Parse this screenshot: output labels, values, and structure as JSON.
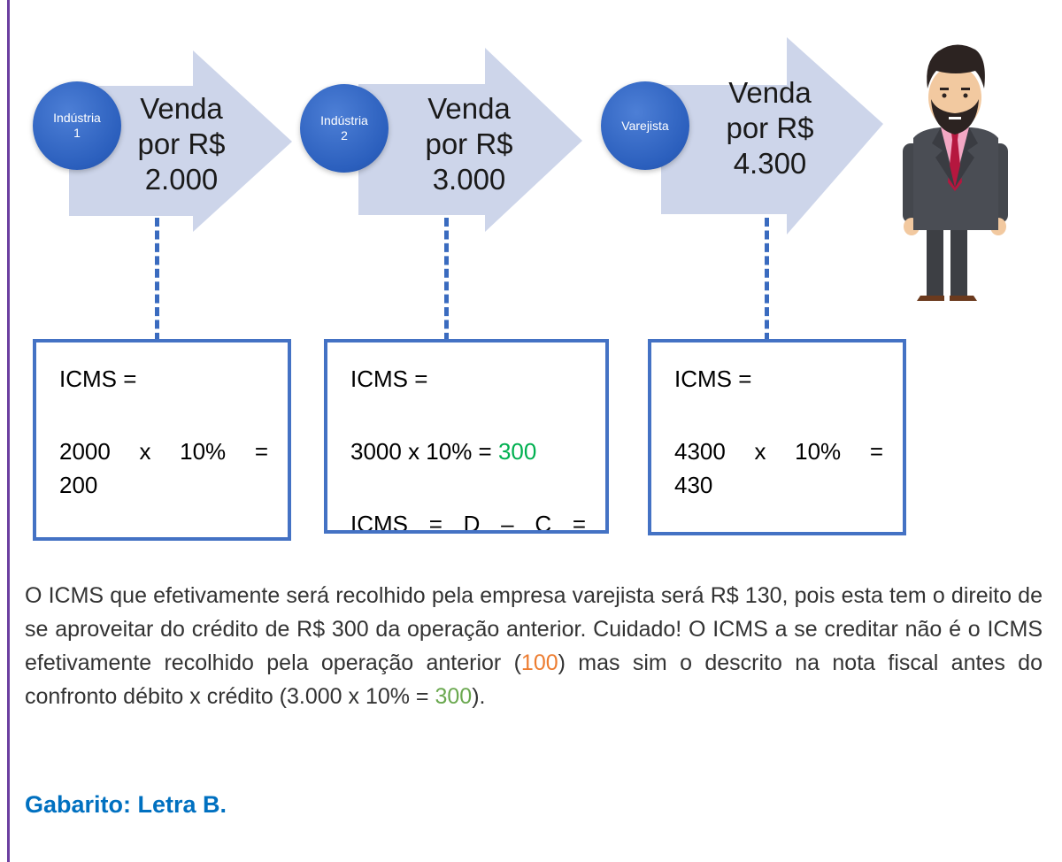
{
  "arrows": [
    {
      "node_label": "Indústria",
      "node_sub": "1",
      "line1": "Venda",
      "line2": "por R$",
      "line3": "2.000"
    },
    {
      "node_label": "Indústria",
      "node_sub": "2",
      "line1": "Venda",
      "line2": "por R$",
      "line3": "3.000"
    },
    {
      "node_label": "Varejista",
      "node_sub": "",
      "line1": "Venda",
      "line2": "por R$",
      "line3": "4.300"
    }
  ],
  "boxes": [
    {
      "title": "ICMS =",
      "calc": "2000  x  10%  =",
      "result": "200"
    },
    {
      "title": "ICMS =",
      "calc": "3000 x 10% = ",
      "result": "300",
      "extra": "ICMS  =  D  –  C  ="
    },
    {
      "title": "ICMS =",
      "calc": "4300   x   10%   =",
      "result": "430"
    }
  ],
  "explanation": {
    "p1": "O ICMS que efetivamente será recolhido pela empresa varejista será R$ 130, pois esta tem o direito de se aproveitar do crédito de R$ 300 da operação anterior. Cuidado! O ICMS a se creditar não é o ICMS efetivamente recolhido pela operação anterior (",
    "h1": "100",
    "p2": ") mas sim o descrito na nota fiscal antes do confronto débito x crédito (3.000 x 10% = ",
    "h2": "300",
    "p3": ")."
  },
  "answer": "Gabarito: Letra B.",
  "colors": {
    "arrow_fill": "#cdd5ea",
    "circle": "#2b5fbd",
    "box_border": "#4472c4",
    "purple": "#7030a0",
    "green": "#00b050",
    "blue": "#4472c4",
    "orange": "#ed7d31",
    "answer": "#0070c0"
  }
}
